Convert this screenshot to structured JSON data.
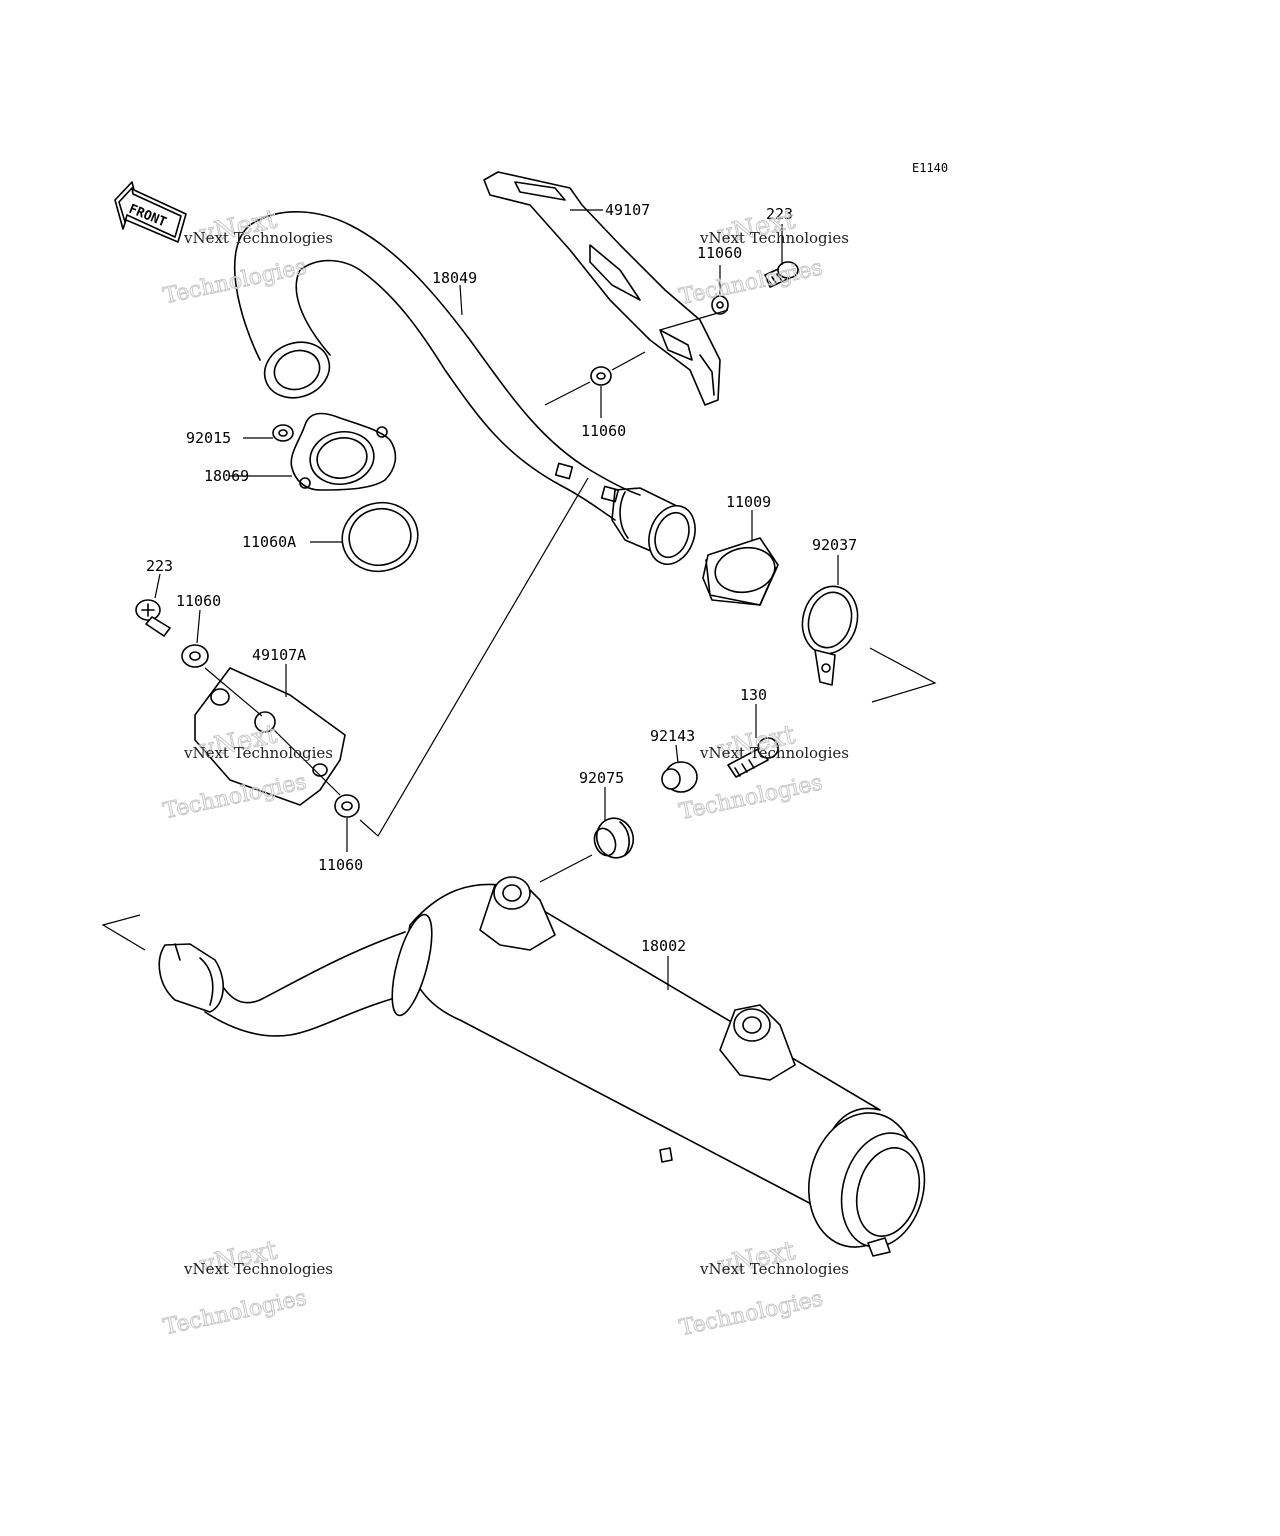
{
  "diagram": {
    "code": "E1140",
    "front_label": "FRONT",
    "labels": {
      "p49107": "49107",
      "p223_top": "223",
      "p11060_top": "11060",
      "p18049": "18049",
      "p11060_mid": "11060",
      "p92015": "92015",
      "p18069": "18069",
      "p11009": "11009",
      "p11060a": "11060A",
      "p92037": "92037",
      "p223_left": "223",
      "p11060_left": "11060",
      "p49107a": "49107A",
      "p130": "130",
      "p92143": "92143",
      "p92075": "92075",
      "p11060_bottom": "11060",
      "p18002": "18002"
    }
  },
  "watermark": {
    "line1": "vNext Technologies",
    "line2": "vNext",
    "line3": "Technologies"
  }
}
